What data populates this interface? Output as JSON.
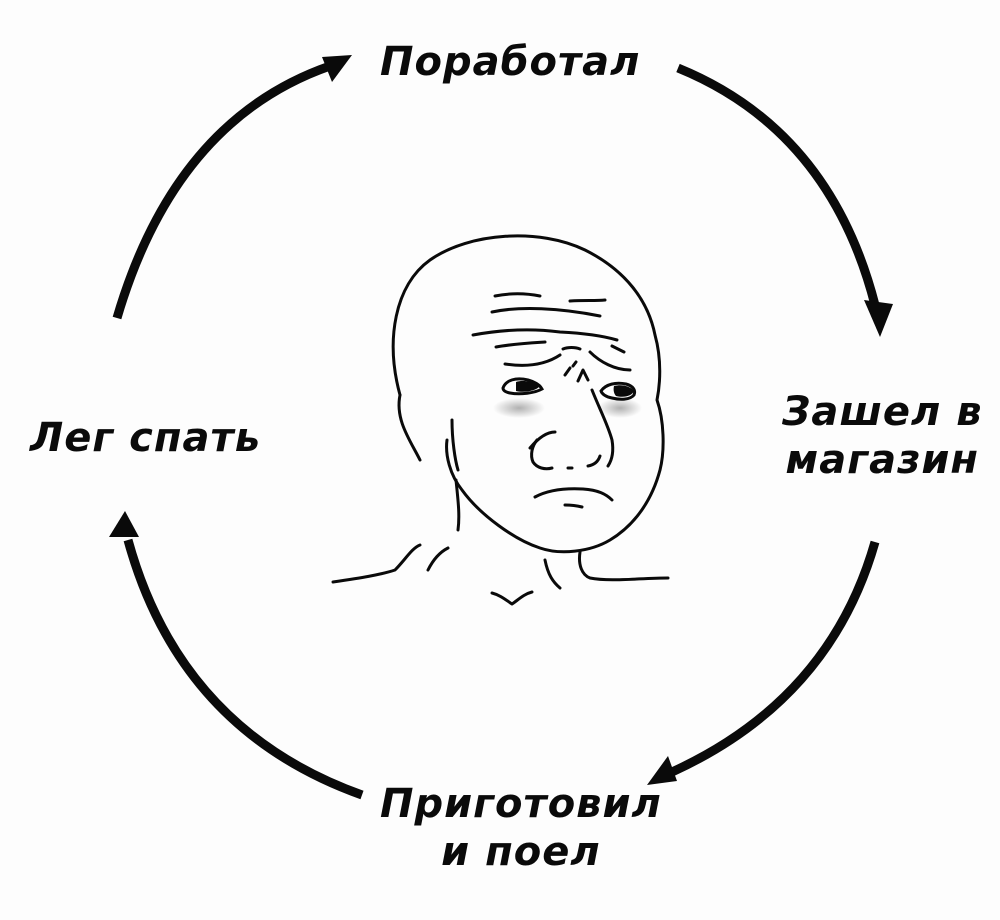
{
  "diagram": {
    "type": "cycle",
    "center_image": "sad-wojak-face",
    "steps": [
      {
        "position": "top",
        "lines": [
          "Поработал"
        ]
      },
      {
        "position": "right",
        "lines": [
          "Зашел в",
          "магазин"
        ]
      },
      {
        "position": "bottom",
        "lines": [
          "Приготовил",
          "и поел"
        ]
      },
      {
        "position": "left",
        "lines": [
          "Лег спать"
        ]
      }
    ],
    "arrows": [
      {
        "from": "Лег спать",
        "to": "Поработал"
      },
      {
        "from": "Поработал",
        "to": "Зашел в магазин"
      },
      {
        "from": "Зашел в магазин",
        "to": "Приготовил и поел"
      },
      {
        "from": "Приготовил и поел",
        "to": "Лег спать"
      }
    ],
    "colors": {
      "background": "#fdfdfd",
      "ink": "#0a0a0a",
      "eye_shadow": "#a8a8a8"
    }
  }
}
